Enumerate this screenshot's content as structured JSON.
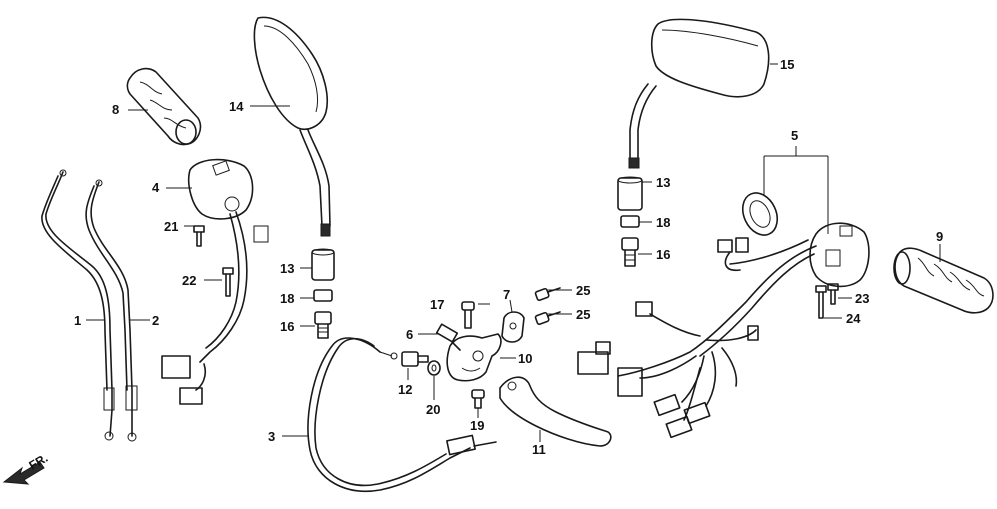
{
  "labels": {
    "l1": "1",
    "l2": "2",
    "l3": "3",
    "l4": "4",
    "l5": "5",
    "l6": "6",
    "l7": "7",
    "l8": "8",
    "l9": "9",
    "l10": "10",
    "l11": "11",
    "l12": "12",
    "l13a": "13",
    "l13b": "13",
    "l14": "14",
    "l15": "15",
    "l16a": "16",
    "l16b": "16",
    "l17": "17",
    "l18a": "18",
    "l18b": "18",
    "l19": "19",
    "l20": "20",
    "l21": "21",
    "l22": "22",
    "l23": "23",
    "l24": "24",
    "l25a": "25",
    "l25b": "25"
  },
  "direction": {
    "text": "FR."
  }
}
